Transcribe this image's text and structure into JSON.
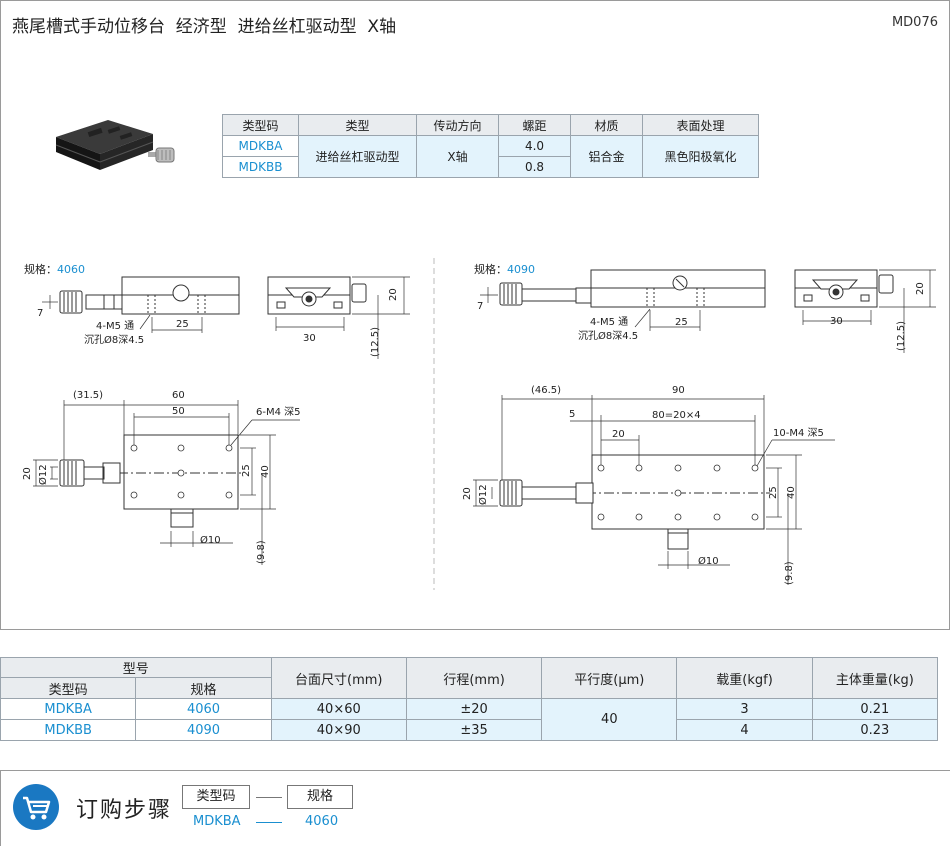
{
  "header": {
    "title": "燕尾槽式手动位移台  经济型  进给丝杠驱动型  X轴",
    "code": "MD076"
  },
  "spec_table": {
    "headers": [
      "类型码",
      "类型",
      "传动方向",
      "螺距",
      "材质",
      "表面处理"
    ],
    "type_codes": [
      "MDKBA",
      "MDKBB"
    ],
    "type": "进给丝杠驱动型",
    "direction": "X轴",
    "pitch": [
      "4.0",
      "0.8"
    ],
    "material": "铝合金",
    "finish": "黑色阳极氧化"
  },
  "drawing_left": {
    "spec_label": "规格：",
    "spec_value": "4060",
    "dims": {
      "d7": "7",
      "d25": "25",
      "hole_note_1": "4-M5 通",
      "hole_note_2": "沉孔Ø8深4.5",
      "d30": "30",
      "d20": "20",
      "d12_5": "(12.5)",
      "d31_5": "(31.5)",
      "d60": "60",
      "d50": "50",
      "tap_note": "6-M4 深5",
      "d20b": "20",
      "dia12": "Ø12",
      "d25b": "25",
      "d40": "40",
      "dia10": "Ø10",
      "d9_8": "(9.8)"
    }
  },
  "drawing_right": {
    "spec_label": "规格：",
    "spec_value": "4090",
    "dims": {
      "d7": "7",
      "d25": "25",
      "hole_note_1": "4-M5 通",
      "hole_note_2": "沉孔Ø8深4.5",
      "d30": "30",
      "d20": "20",
      "d12_5": "(12.5)",
      "d46_5": "(46.5)",
      "d90": "90",
      "d5": "5",
      "d80": "80=20×4",
      "d20c": "20",
      "tap_note": "10-M4 深5",
      "d20b": "20",
      "dia12": "Ø12",
      "d25b": "25",
      "d40": "40",
      "dia10": "Ø10",
      "d9_8": "(9.8)"
    }
  },
  "model_table": {
    "group_header": "型号",
    "headers": [
      "类型码",
      "规格",
      "台面尺寸(mm)",
      "行程(mm)",
      "平行度(μm)",
      "载重(kgf)",
      "主体重量(kg)"
    ],
    "rows": [
      {
        "code": "MDKBA",
        "spec": "4060",
        "size": "40×60",
        "stroke": "±20",
        "load": "3",
        "weight": "0.21"
      },
      {
        "code": "MDKBB",
        "spec": "4090",
        "size": "40×90",
        "stroke": "±35",
        "load": "4",
        "weight": "0.23"
      }
    ],
    "parallelism": "40"
  },
  "order": {
    "title": "订购步骤",
    "box1": "类型码",
    "box2": "规格",
    "value1": "MDKBA",
    "value2": "4060",
    "icon": "cart-icon"
  }
}
